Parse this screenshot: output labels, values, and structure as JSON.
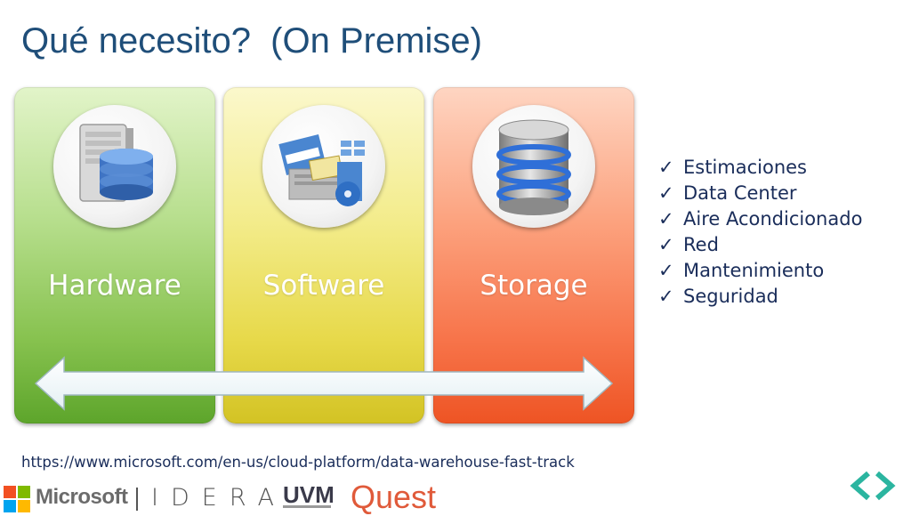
{
  "slide": {
    "title": "Qué necesito?  (On Premise)",
    "cards": [
      {
        "label": "Hardware",
        "icon": "server-database-icon",
        "color": "#7cbf45"
      },
      {
        "label": "Software",
        "icon": "software-box-icon",
        "color": "#e5d843"
      },
      {
        "label": "Storage",
        "icon": "database-cylinder-icon",
        "color": "#f46a3e"
      }
    ],
    "checklist": [
      "Estimaciones",
      "Data Center",
      "Aire Acondicionado",
      "Red",
      "Mantenimiento",
      "Seguridad"
    ],
    "check_glyph": "✓",
    "url": "https://www.microsoft.com/en-us/cloud-platform/data-warehouse-fast-track",
    "logos": {
      "microsoft": "Microsoft",
      "idera": "IDERA",
      "uvm": "UVM",
      "quest": "Quest"
    },
    "colors": {
      "title": "#1f4e79",
      "text": "#1a2d5a",
      "nav_icon": "#2bb5a0"
    }
  }
}
